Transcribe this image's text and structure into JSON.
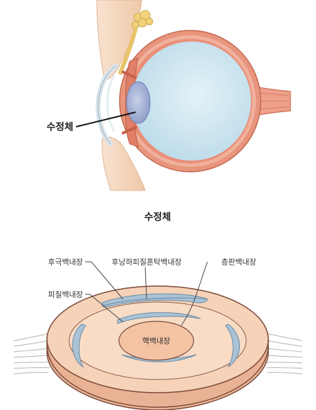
{
  "eye_diagram": {
    "pointer_label": "수정체",
    "caption": "수정체"
  },
  "lens_diagram": {
    "labels": {
      "posterior_polar": "후극백내장",
      "posterior_subcapsular": "후낭하피질혼탁백내장",
      "lamellar": "층판백내장",
      "cortical": "피질백내장",
      "nuclear": "핵백내장"
    }
  },
  "colors": {
    "vitreous": "#cfe6f1",
    "sclera_outer": "#e8957e",
    "lens_body": "#f6d2b8",
    "nucleus": "#f3c3a4",
    "opacity_blue": "#a9c3d6",
    "lens_edge": "#7a4a3a"
  }
}
